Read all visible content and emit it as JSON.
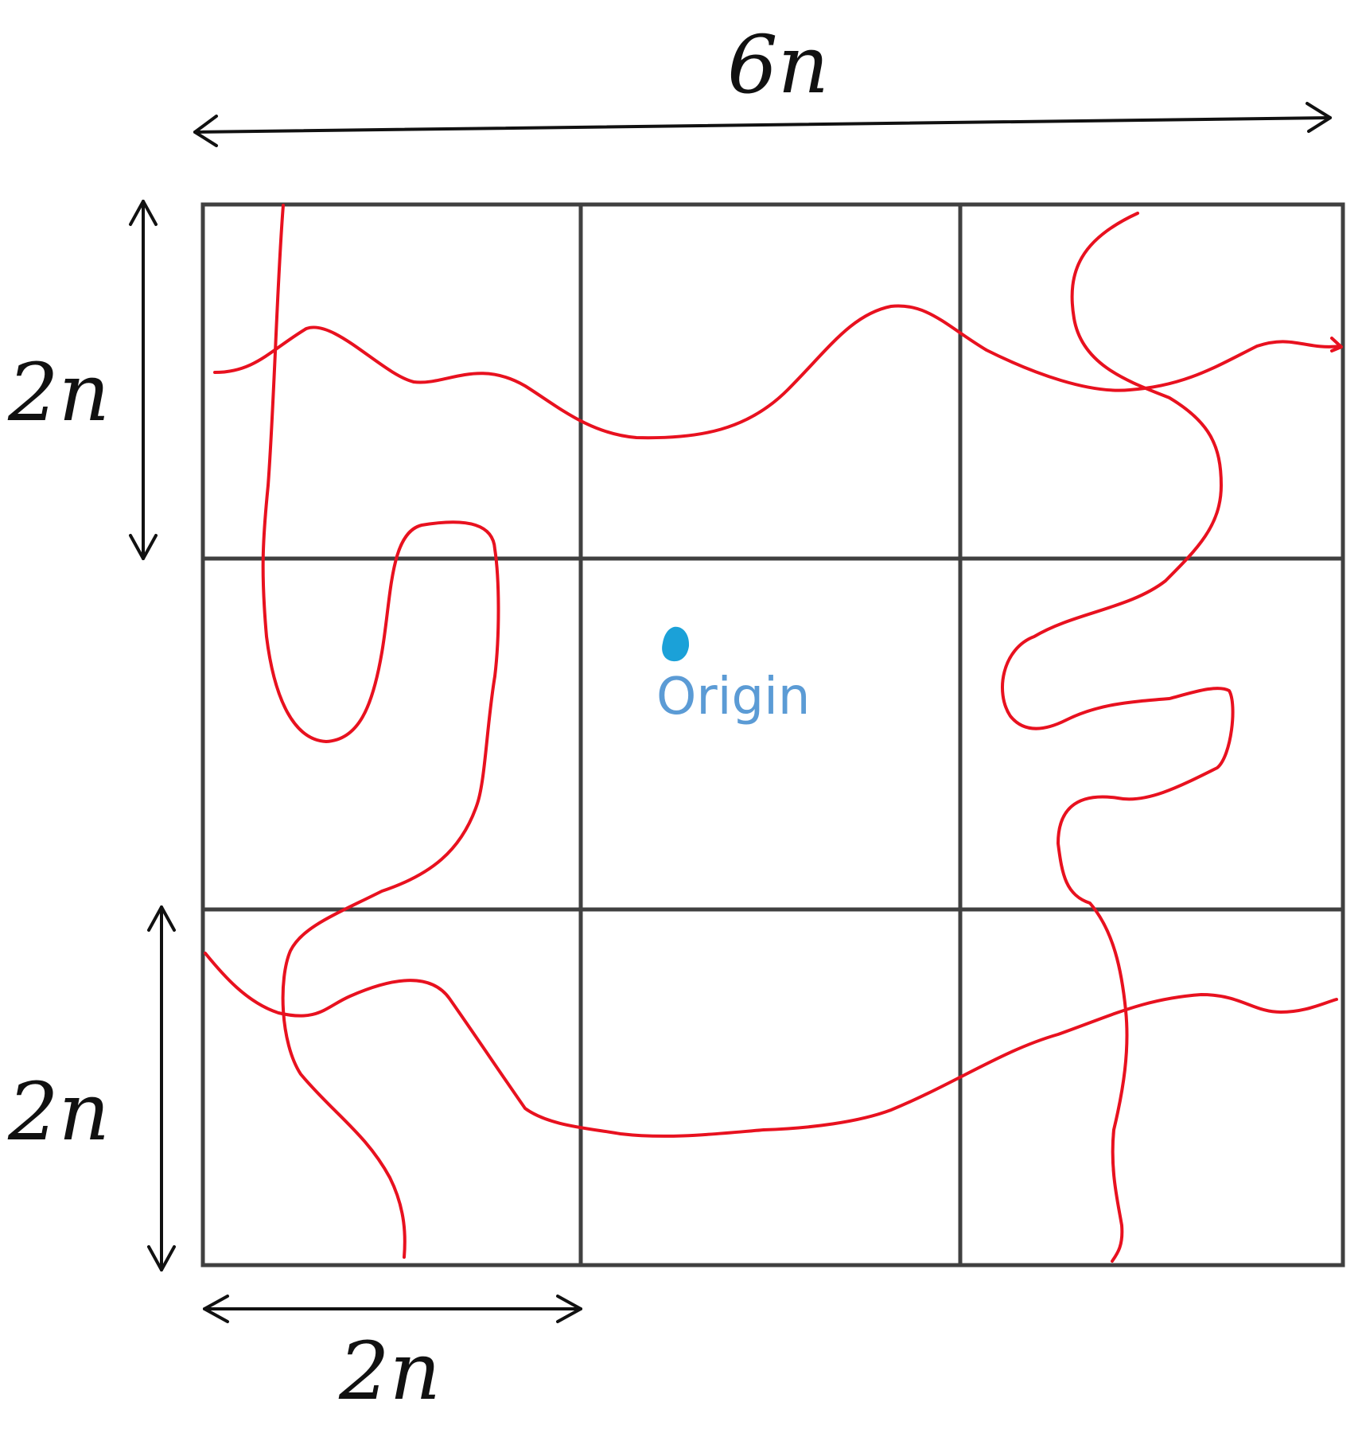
{
  "labels": {
    "top_width": "6n",
    "left_top_height": "2n",
    "left_bottom_height": "2n",
    "bottom_width": "2n",
    "origin": "Origin"
  },
  "grid": {
    "rows": 3,
    "cols": 3
  },
  "colors": {
    "grid": "#404040",
    "paths": "#e8111f",
    "origin_point": "#1ba1d8",
    "origin_text": "#5b9bd5",
    "arrows": "#111111"
  }
}
